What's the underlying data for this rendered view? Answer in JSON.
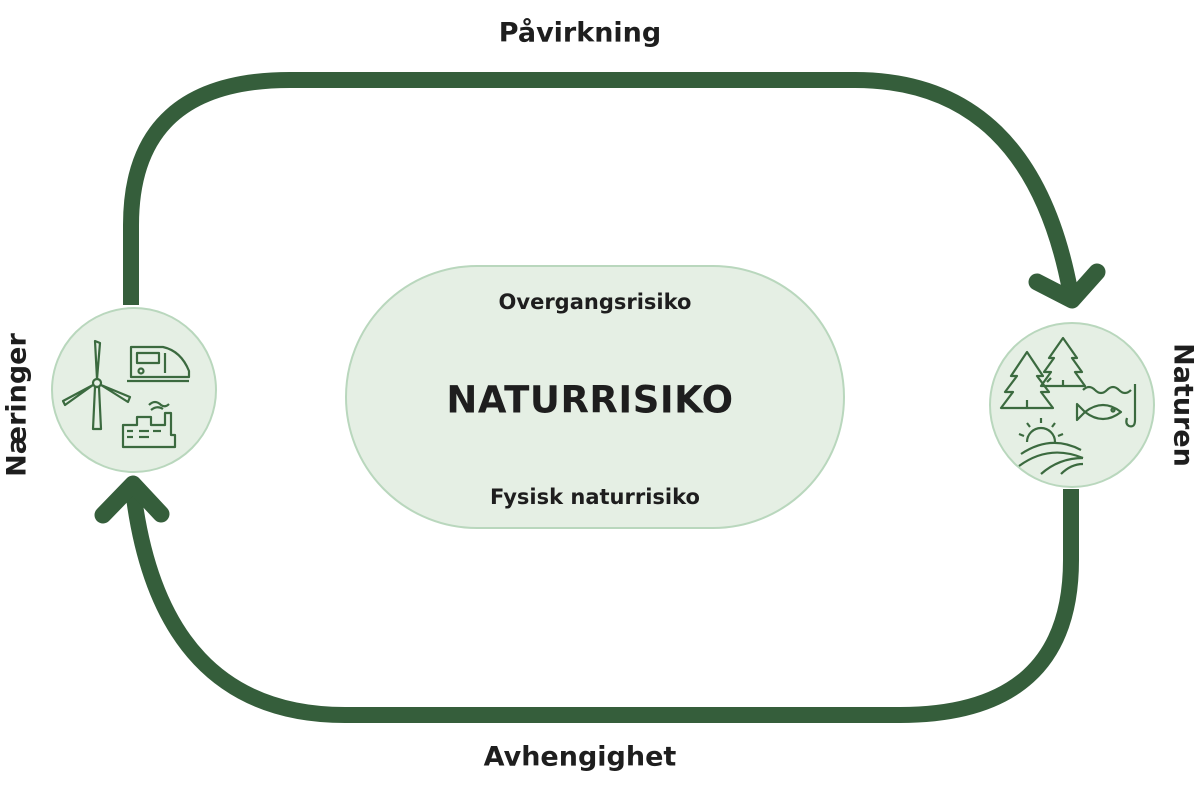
{
  "diagram": {
    "top_label": "Påvirkning",
    "bottom_label": "Avhengighet",
    "left_label": "Næringer",
    "right_label": "Naturen",
    "center": {
      "top_text": "Overgangsrisiko",
      "main_text": "NATURRISIKO",
      "bottom_text": "Fysisk naturrisiko"
    },
    "colors": {
      "arrow": "#355e3b",
      "fill": "#e5efe4",
      "border": "#b9d7bd",
      "icon": "#3b6a3f",
      "text": "#1e1e1e"
    },
    "left_icons": [
      "wind-turbine-icon",
      "train-icon",
      "factory-icon"
    ],
    "right_icons": [
      "trees-icon",
      "fish-hook-icon",
      "sun-field-icon"
    ]
  }
}
